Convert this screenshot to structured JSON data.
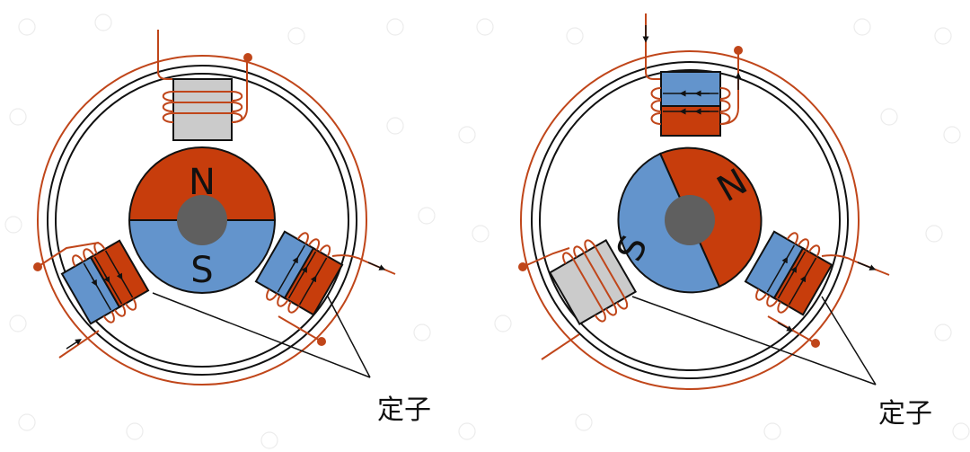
{
  "colors": {
    "red": "#c73d0c",
    "blue": "#6394cc",
    "gray_core": "#cbcbcb",
    "shaft": "#5f5f5f",
    "wire": "#c0461a",
    "line": "#111111",
    "dot_pattern": "#e8e8e8"
  },
  "left_motor": {
    "north_label": "N",
    "south_label": "S",
    "stator_label": "定子",
    "top_coil": "unpowered",
    "left_coil": "powered",
    "right_coil": "powered"
  },
  "right_motor": {
    "north_label": "N",
    "south_label": "S",
    "stator_label": "定子",
    "top_coil": "powered",
    "left_coil": "unpowered",
    "right_coil": "powered"
  }
}
